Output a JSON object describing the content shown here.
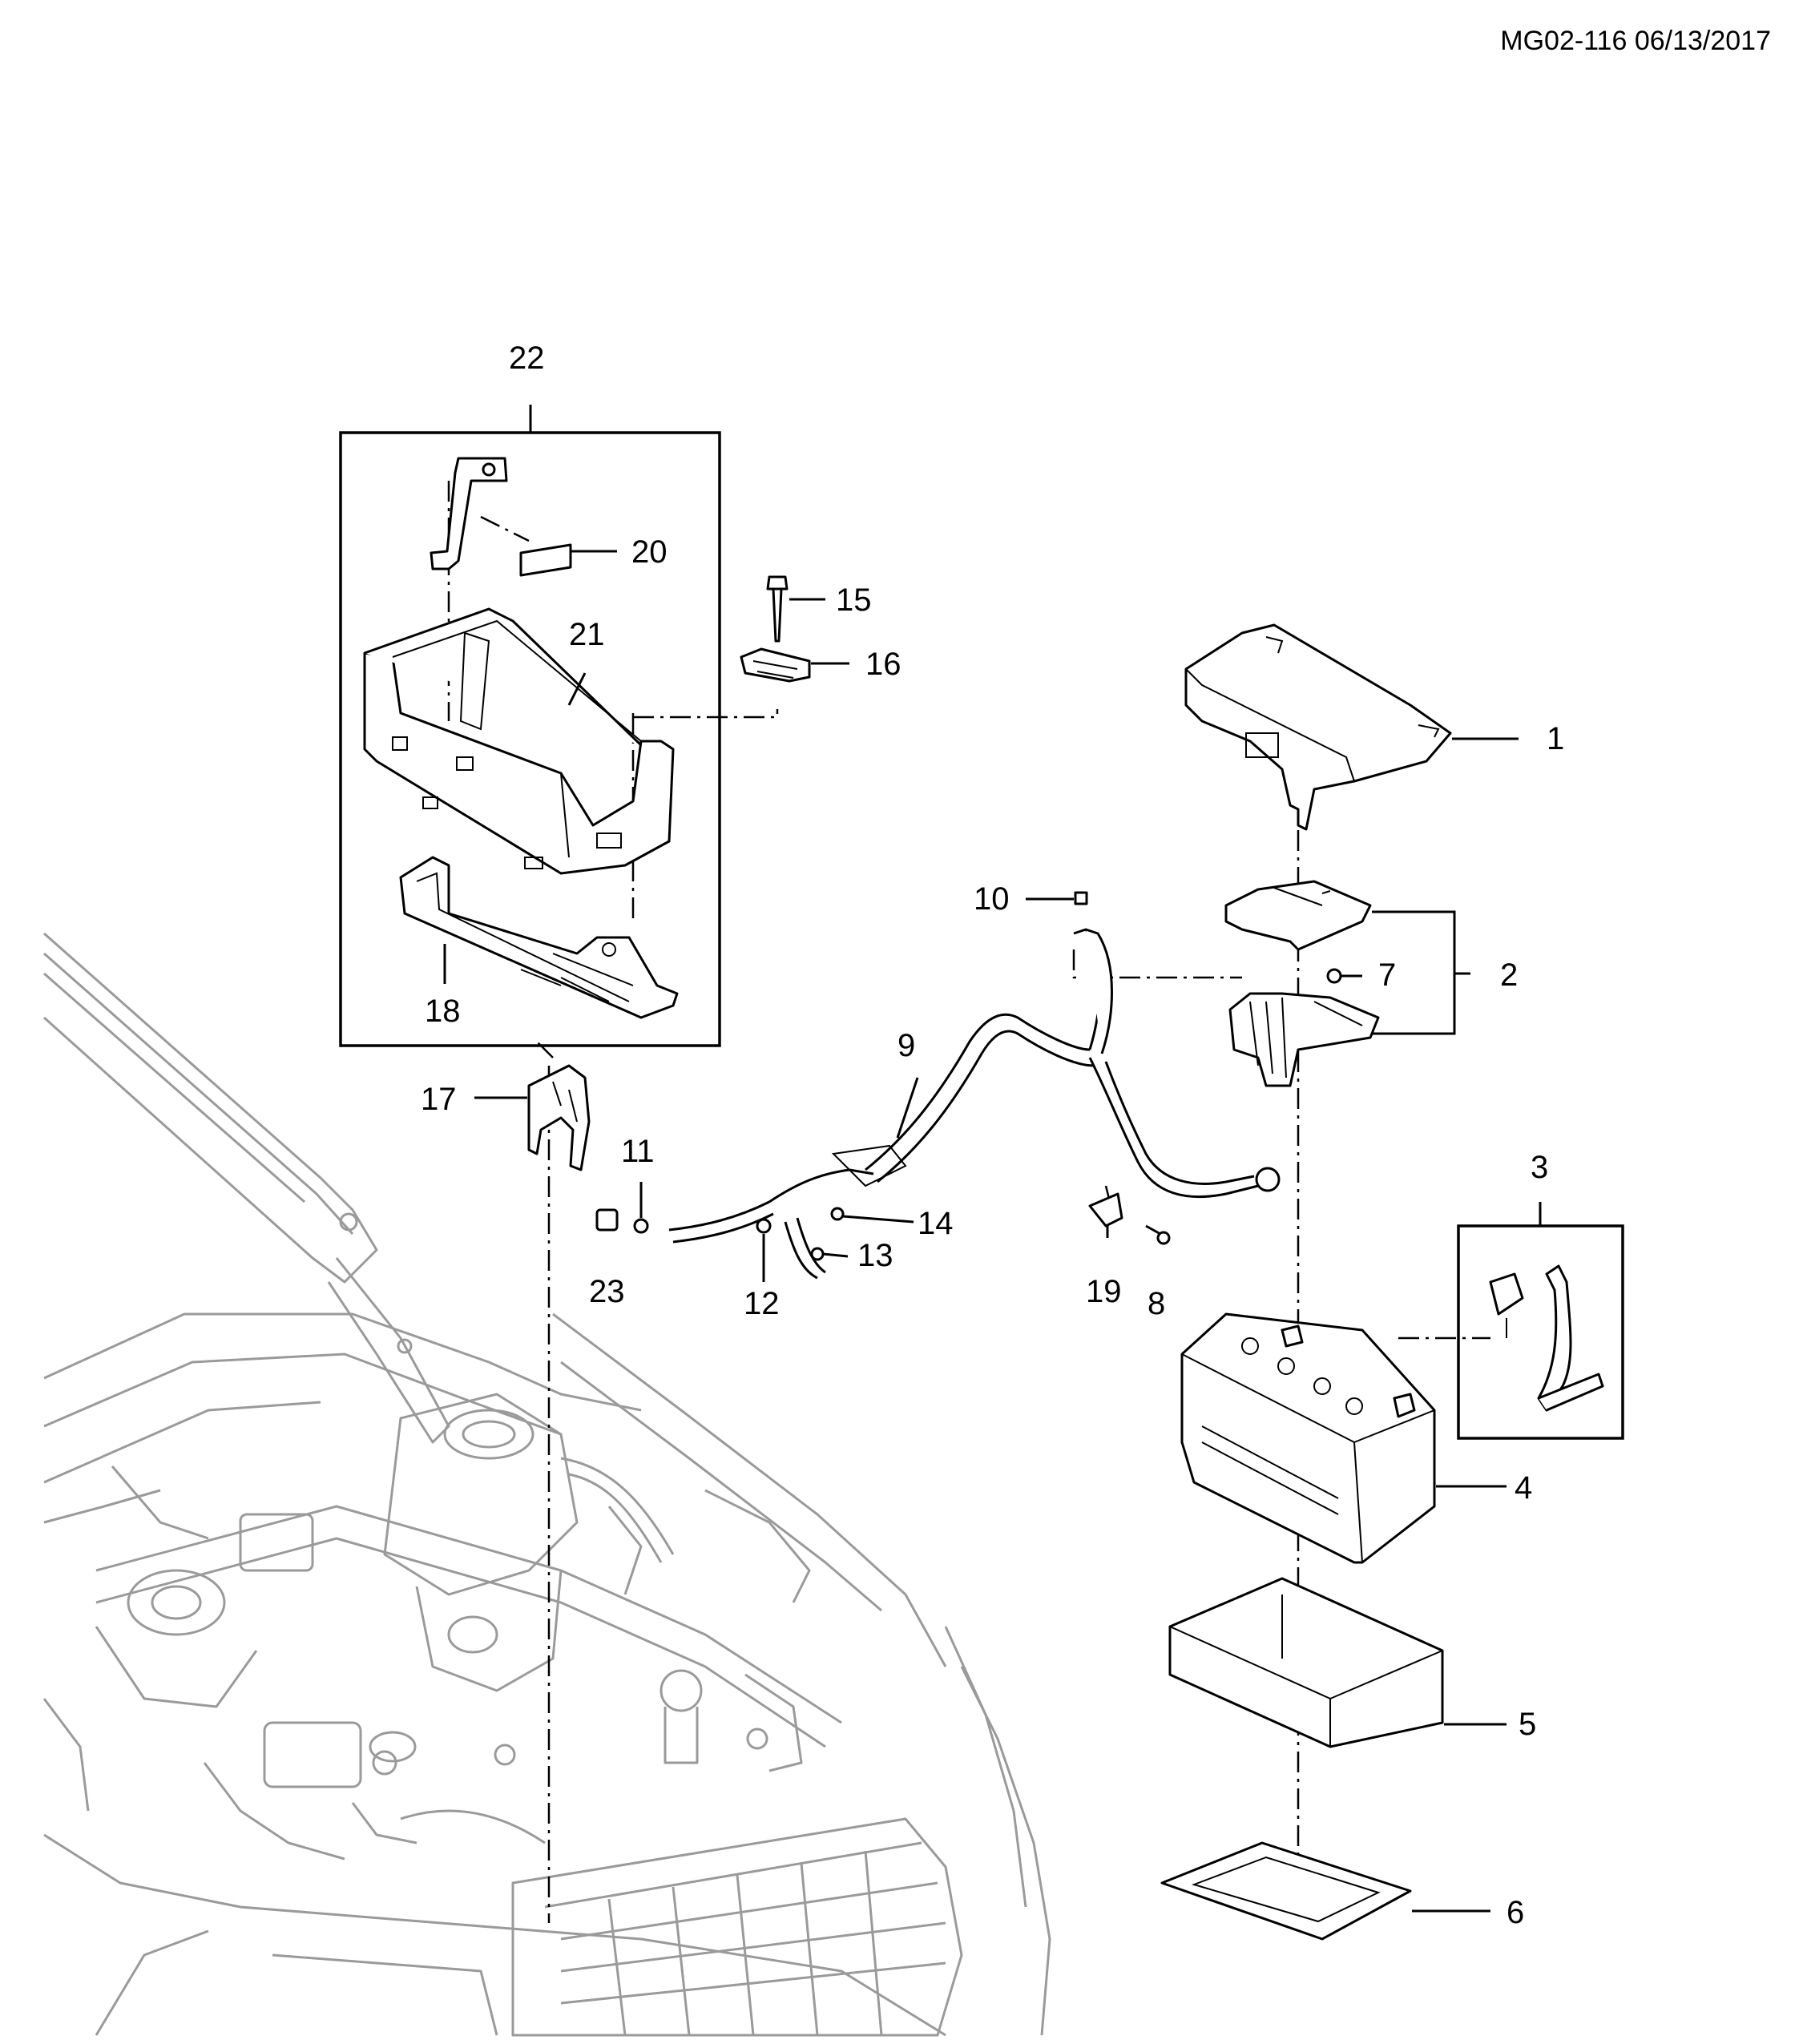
{
  "header": {
    "code": "MG02-116 06/13/2017"
  },
  "callouts": {
    "c1": "1",
    "c2": "2",
    "c3": "3",
    "c4": "4",
    "c5": "5",
    "c6": "6",
    "c7": "7",
    "c8": "8",
    "c9": "9",
    "c10": "10",
    "c11": "11",
    "c12": "12",
    "c13": "13",
    "c14": "14",
    "c15": "15",
    "c16": "16",
    "c17": "17",
    "c18": "18",
    "c19": "19",
    "c20": "20",
    "c21": "21",
    "c22": "22",
    "c23": "23"
  },
  "colors": {
    "line": "#000000",
    "vehicle": "#9a9a9a",
    "background": "#ffffff"
  }
}
